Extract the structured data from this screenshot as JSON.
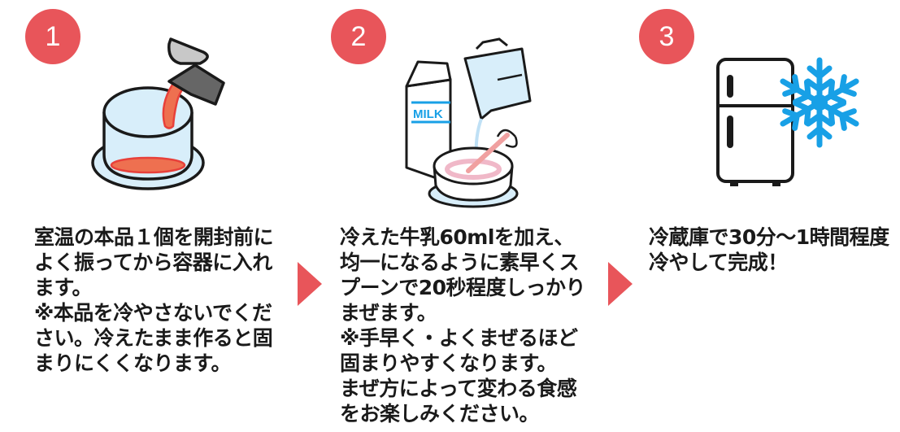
{
  "colors": {
    "accent": "#e8555a",
    "ice_blue": "#18a0e6",
    "light_blue": "#d8eefa",
    "sauce_red": "#e8403a",
    "pink": "#f0a0b0"
  },
  "steps": [
    {
      "number": "1",
      "illustration": "pouring-sauce-into-cup",
      "text": "室温の本品１個を開封前に\nよく振ってから容器に入れ\nます。\n※本品を冷やさないでくだ\nさい。冷えたまま作ると固\nまりにくくなります。"
    },
    {
      "number": "2",
      "illustration": "milk-carton-measuring-cup-stirring",
      "milk_label": "MILK",
      "text": "冷えた牛乳60mlを加え、\n均一になるように素早くス\nプーンで20秒程度しっかり\nまぜます。\n※手早く・よくまぜるほど\n固まりやすくなります。\nまぜ方によって変わる食感\nをお楽しみください。"
    },
    {
      "number": "3",
      "illustration": "refrigerator-snowflake",
      "text": "冷蔵庫で30分～1時間程度\n冷やして完成！"
    }
  ],
  "arrows": [
    "arrow-right",
    "arrow-right"
  ]
}
